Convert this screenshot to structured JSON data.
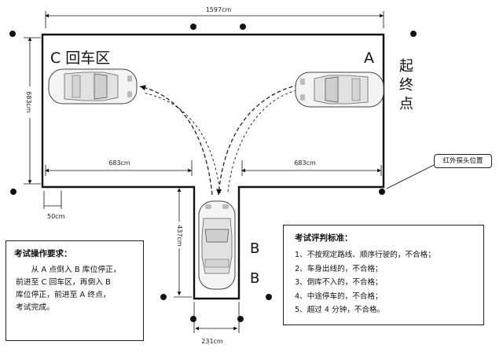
{
  "dimensions": {
    "top_width": "1597cm",
    "left_height": "683cm",
    "left_segment": "683cm",
    "right_segment": "683cm",
    "offset": "50cm",
    "bay_depth": "437cm",
    "bay_width": "231cm"
  },
  "zones": {
    "c_label": "C 回车区",
    "a_label": "A",
    "start_end": [
      "起",
      "终",
      "点"
    ],
    "b_label_1": "B",
    "b_label_2": "B"
  },
  "sensor_label": "红外探头位置",
  "requirements": {
    "title": "考试操作要求：",
    "lines": [
      "　　从 A 点倒入 B 库位停正，",
      "前进至 C 回车区，再倒入 B",
      "库位停正，前进至 A 终点，",
      "考试完成。"
    ]
  },
  "criteria": {
    "title": "考试评判标准：",
    "lines": [
      "1、不按规定路线、顺序行驶的，不合格；",
      "2、车身出线的，不合格；",
      "3、倒库不入的，不合格；",
      "4、中途停车的，不合格；",
      "5、超过 4 分钟，不合格。"
    ]
  }
}
